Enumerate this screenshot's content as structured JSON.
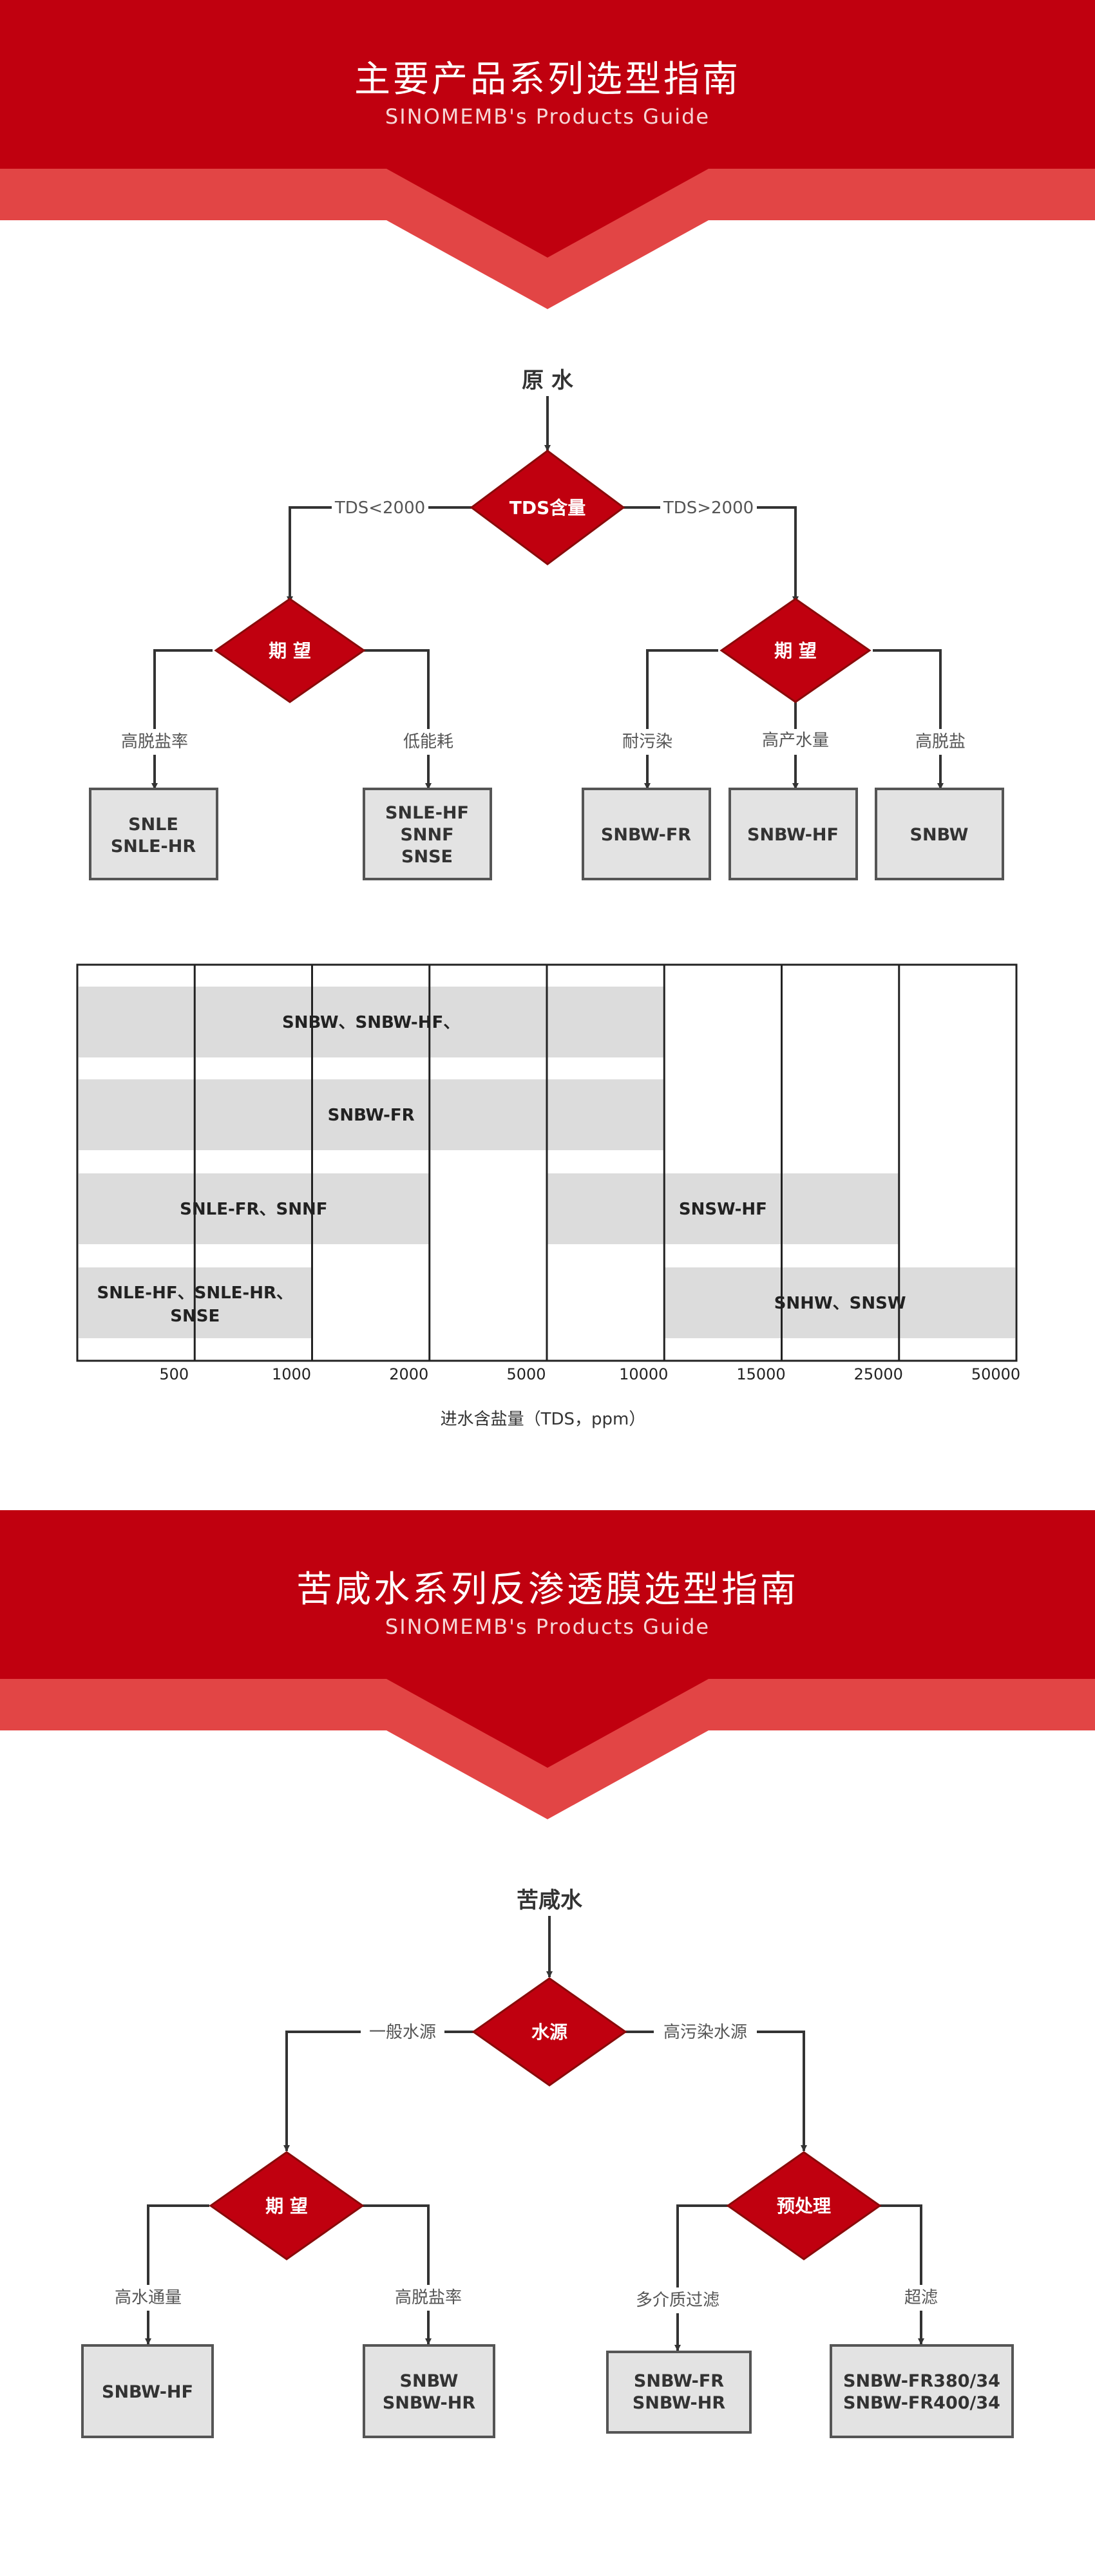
{
  "colors": {
    "brand_red": "#c0000f",
    "light_red": "#e24545",
    "box_fill": "#e3e3e3",
    "box_stroke": "#555555",
    "line": "#333333",
    "bar_fill": "#dcdcdc"
  },
  "banner1": {
    "title": "主要产品系列选型指南",
    "subtitle": "SINOMEMB's Products Guide"
  },
  "flow1": {
    "root": "原 水",
    "decision": "TDS含量",
    "branch_left": "TDS<2000",
    "branch_right": "TDS>2000",
    "left_decision": "期 望",
    "right_decision": "期 望",
    "ll_label": "高脱盐率",
    "lr_label": "低能耗",
    "rl_label": "耐污染",
    "rm_label": "高产水量",
    "rr_label": "高脱盐",
    "box_ll": [
      "SNLE",
      "SNLE-HR"
    ],
    "box_lr": [
      "SNLE-HF",
      "SNNF",
      "SNSE"
    ],
    "box_rl": [
      "SNBW-FR"
    ],
    "box_rm": [
      "SNBW-HF"
    ],
    "box_rr": [
      "SNBW"
    ]
  },
  "chart_data": {
    "type": "range-bar",
    "xlabel": "进水含盐量（TDS，ppm）",
    "tick_labels": [
      "500",
      "1000",
      "2000",
      "5000",
      "10000",
      "15000",
      "25000",
      "50000"
    ],
    "rows": [
      {
        "bars": [
          {
            "label": "SNBW、SNBW-HF、",
            "from_tick": -1,
            "to_tick": 4
          }
        ]
      },
      {
        "bars": [
          {
            "label": "SNBW-FR",
            "from_tick": -1,
            "to_tick": 4
          }
        ]
      },
      {
        "bars": [
          {
            "label": "SNLE-FR、SNNF",
            "from_tick": -1,
            "to_tick": 2
          },
          {
            "label": "SNSW-HF",
            "from_tick": 3,
            "to_tick": 6
          }
        ]
      },
      {
        "bars": [
          {
            "label": "SNLE-HF、SNLE-HR、",
            "label2": "SNSE",
            "from_tick": -1,
            "to_tick": 1
          },
          {
            "label": "SNHW、SNSW",
            "from_tick": 4,
            "to_tick": 7
          }
        ]
      }
    ]
  },
  "banner2": {
    "title": "苦咸水系列反渗透膜选型指南",
    "subtitle": "SINOMEMB's Products Guide"
  },
  "flow2": {
    "root": "苦咸水",
    "decision": "水源",
    "branch_left": "一般水源",
    "branch_right": "高污染水源",
    "left_decision": "期 望",
    "right_decision": "预处理",
    "ll_label": "高水通量",
    "lr_label": "高脱盐率",
    "rl_label": "多介质过滤",
    "rr_label": "超滤",
    "box_ll": [
      "SNBW-HF"
    ],
    "box_lr": [
      "SNBW",
      "SNBW-HR"
    ],
    "box_rl": [
      "SNBW-FR",
      "SNBW-HR"
    ],
    "box_rr": [
      "SNBW-FR380/34",
      "SNBW-FR400/34"
    ]
  }
}
